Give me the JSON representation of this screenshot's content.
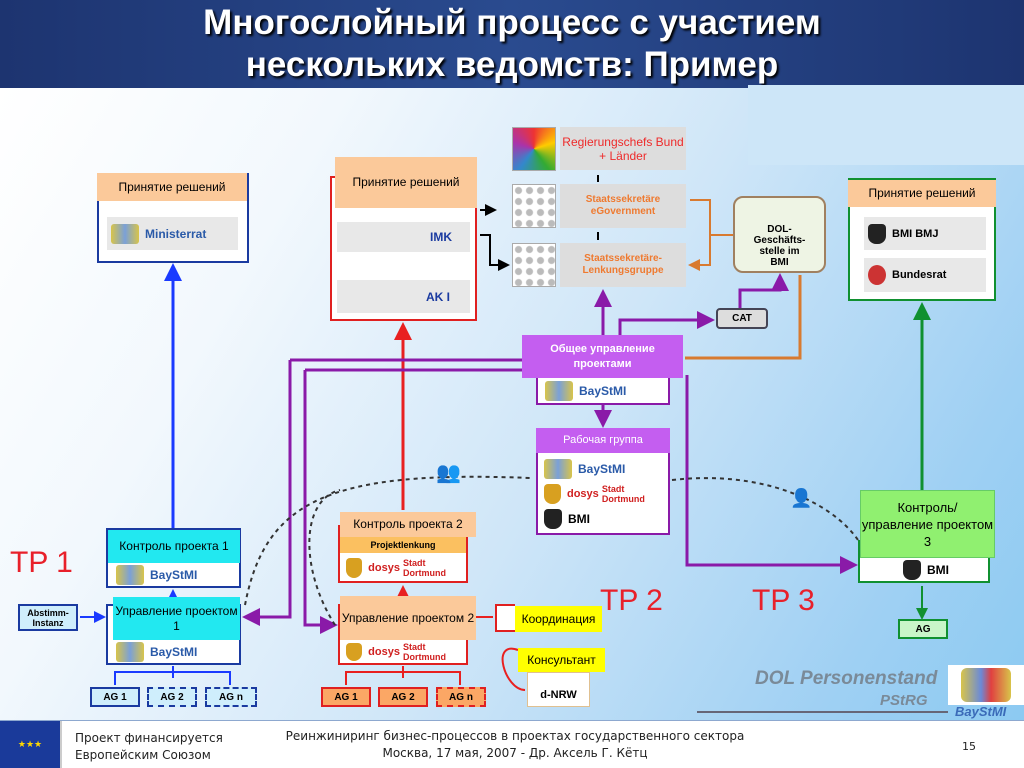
{
  "title_line1": "Многослойный процесс с участием",
  "title_line2": "нескольких ведомств: Пример",
  "left_decision": {
    "label": "Принятие решений",
    "logo": "Ministerrat"
  },
  "mid_decision": {
    "label": "Принятие решений",
    "rows": [
      "IMK",
      "AK I"
    ]
  },
  "federal": {
    "regierung": "Regierungschefs Bund + Länder",
    "egov": "Staatssekretäre eGovernment",
    "lenkung": "Staatssekretäre-Lenkungsgruppe"
  },
  "dol_box": "DOL-Geschäfts-stelle im BMI",
  "cat": "CAT",
  "right_decision": {
    "label": "Принятие решений",
    "row1": "BMI  BMJ",
    "row2": "Bundesrat"
  },
  "general": {
    "label": "Общее управление проектами",
    "logo": "BayStMI"
  },
  "workgroup": {
    "label": "Рабочая группа",
    "logos": [
      "BayStMI",
      "dosys",
      "Stadt Dortmund",
      "BMI"
    ]
  },
  "tp1": {
    "name": "TP 1",
    "control": "Контроль проекта 1",
    "control_logo": "BayStMI",
    "manage": "Управление проектом 1",
    "manage_logo": "BayStMI",
    "abstimm": "Abstimm-Instanz",
    "ags": [
      "AG 1",
      "AG 2",
      "AG n"
    ]
  },
  "tp2": {
    "name": "TP 2",
    "control": "Контроль проекта 2",
    "projektlenkung": "Projektlenkung",
    "dosys": "dosys",
    "stadt": "Stadt Dortmund",
    "manage": "Управление проектом 2",
    "coord": "Координация",
    "consult": "Консультант",
    "dnrw": "d-NRW",
    "ags": [
      "AG 1",
      "AG 2",
      "AG n"
    ]
  },
  "tp3": {
    "name": "TP 3",
    "control": "Контроль/ управление проектом 3",
    "logo": "BMI",
    "ag": "AG"
  },
  "dol_personenstand": "DOL Personenstand",
  "pstrg": "PStRG",
  "baystmi_corner": "BayStMI",
  "footer": {
    "funded_line1": "Проект финансируется",
    "funded_line2": "Европейским Союзом",
    "center_line1": "Реинжиниринг бизнес-процессов в проектах государственного сектора",
    "center_line2": "Москва, 17 мая, 2007 - Др. Аксель Г. Кётц",
    "page": "15"
  }
}
